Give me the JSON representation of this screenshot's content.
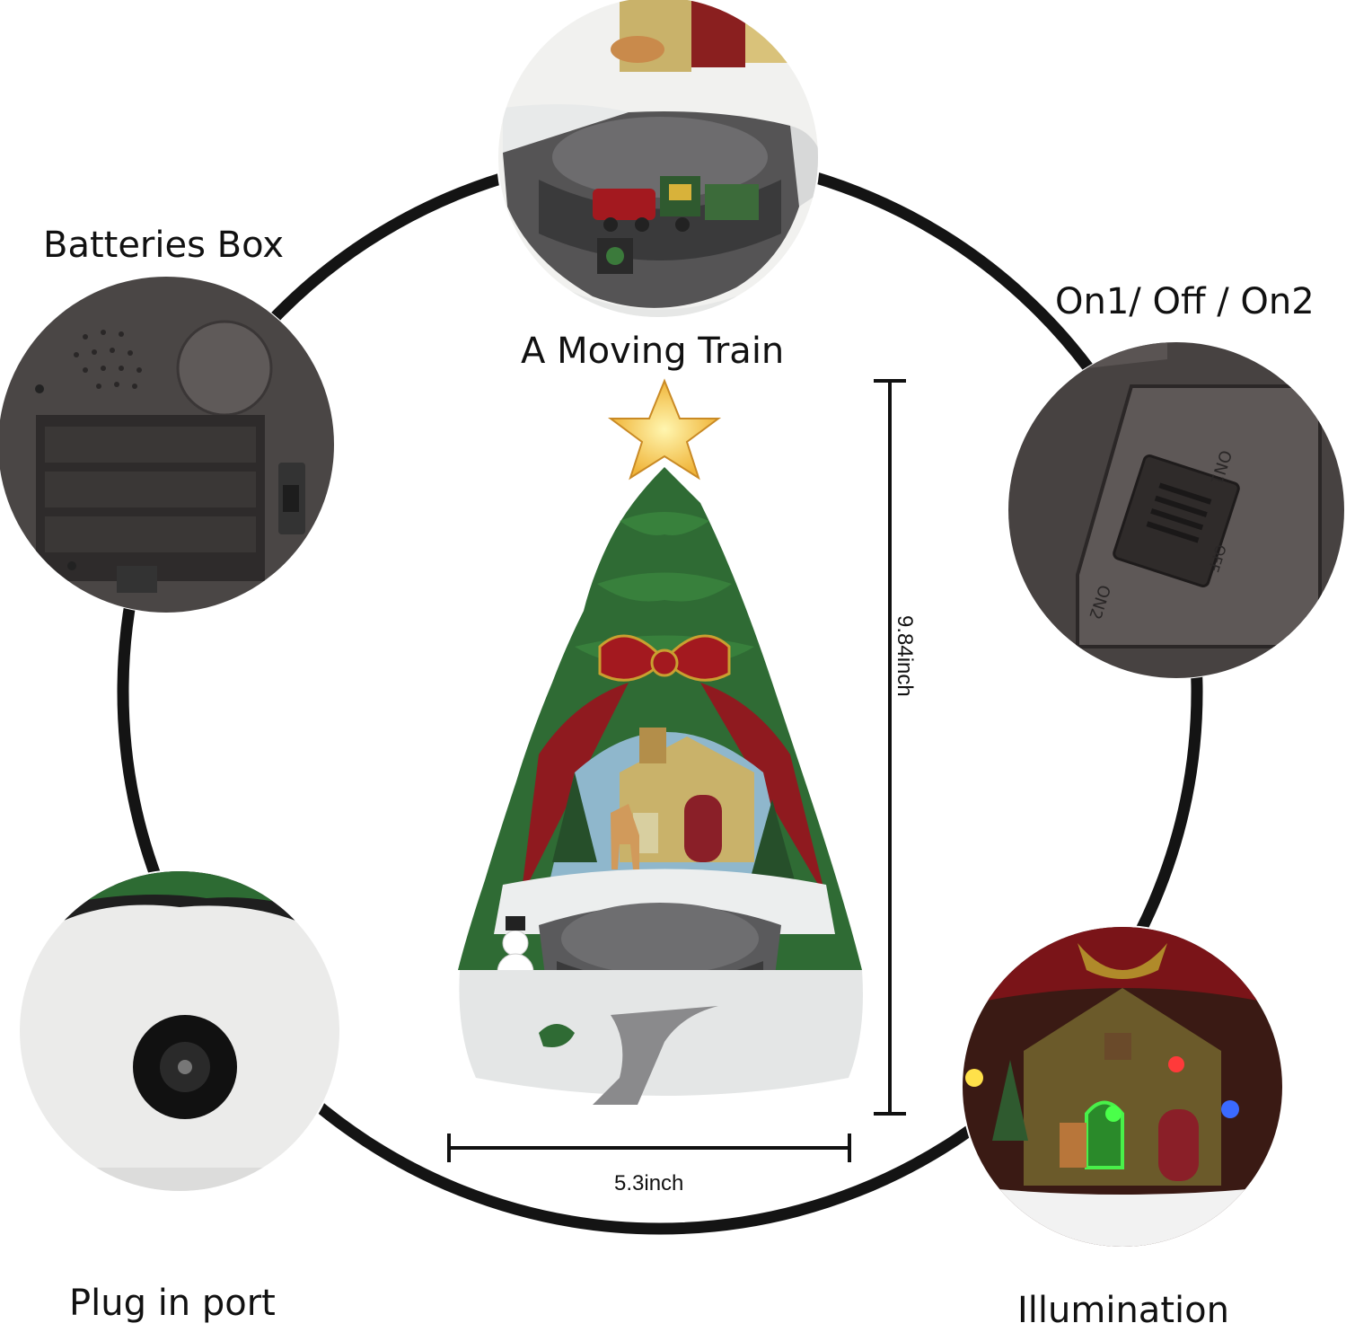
{
  "labels": {
    "batteries": "Batteries Box",
    "train": "A Moving Train",
    "switch": "On1/ Off / On2",
    "plug": "Plug in port",
    "illumination": "Illumination",
    "height": "9.84inch",
    "width": "5.3inch"
  },
  "switch_marks": {
    "on1": "ON1",
    "off": "OFF",
    "on2": "ON2"
  },
  "colors": {
    "ring": "#141414",
    "tree_green": "#2f6b34",
    "bow_red": "#a3191f",
    "snow": "#eceeee",
    "star": "#f6c548",
    "device_gray": "#4a4645"
  }
}
